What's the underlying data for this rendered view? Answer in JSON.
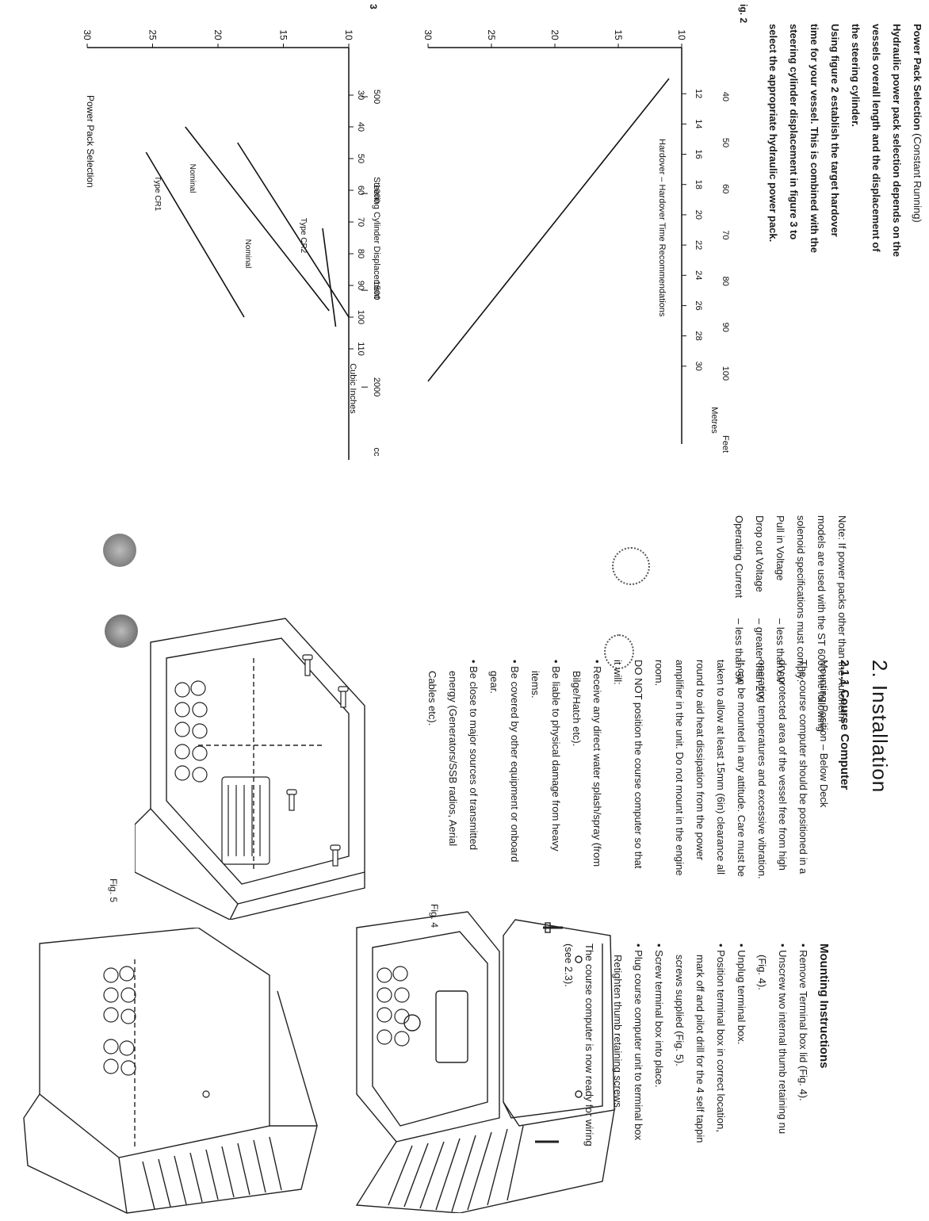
{
  "left": {
    "heading": "Power Pack Selection",
    "heading_note": "(Constant Running)",
    "paragraphs": [
      "Hydraulic power pack selection depends on the",
      "vessels overall length and the displacement of",
      "the steering cylinder.",
      "   Using figure 2 establish the target hardover",
      "time for your vessel. This is combined with the",
      "steering cylinder displacement in figure 3 to",
      "select the appropriate hydraulic power pack."
    ],
    "fig2_label": "ig. 2",
    "fig3_label": "3"
  },
  "note": {
    "lines": [
      "Note:  If power packs other than the Autohelm",
      "models are used with the ST 6000 the following",
      "solenoid specifications must comply:"
    ],
    "specs": [
      {
        "name": "Pull in Voltage",
        "value": "–  less than 8V"
      },
      {
        "name": "Drop out Voltage",
        "value": "–  greater than 2V"
      },
      {
        "name": "Operating Current",
        "value": "–  less than 5A"
      }
    ]
  },
  "install": {
    "title": "2.  Installation",
    "subtitle": "2.1.1 Course Computer",
    "position": "Mounting Position – Below Deck",
    "body": [
      "The course computer should be positioned in a",
      "dry protected area of the vessel free from high",
      "operating temperatures and excessive vibration.",
      "It can be mounted in any attitude. Care must be",
      "taken to allow at least 15mm (6in) clearance all",
      "round to aid heat dissipation from the power",
      "amplifier in the unit. Do not mount in the engine",
      "room.",
      "   DO NOT position the course computer so that",
      "it will:"
    ],
    "bullets": [
      [
        "Receive any direct water splash/spray (from",
        "Bilge/Hatch etc)."
      ],
      [
        "Be liable to physical damage from heavy",
        "items."
      ],
      [
        "Be covered by other equipment or onboard",
        "gear."
      ],
      [
        "Be close to major sources of transmitted",
        "energy (Generators/SSB radios, Aerial",
        "Cables etc)."
      ]
    ]
  },
  "mounting": {
    "title": "Mounting Instructions",
    "steps": [
      [
        "Remove Terminal box lid (Fig. 4)."
      ],
      [
        "Unscrew two internal thumb retaining nu",
        "(Fig. 4)."
      ],
      [
        "Unplug terminal box."
      ],
      [
        "Position terminal box in correct location,",
        "mark off and pilot drill for the 4 self tappin",
        "screws supplied (Fig. 5)."
      ],
      [
        "Screw terminal box into place."
      ],
      [
        "Plug course computer unit to terminal box",
        "Retighten thumb retaining screws."
      ]
    ],
    "footer": [
      "The course computer is now ready for wiring",
      "(see 2.3)."
    ]
  },
  "fig4_caption": "Fig. 4",
  "fig5_caption": "Fig. 5",
  "chart_data": [
    {
      "type": "line",
      "title": "Hardover – Hardover Time Recommendations",
      "y_ticks": [
        10,
        15,
        20,
        25,
        30
      ],
      "ylim": [
        10,
        30
      ],
      "x_metres_ticks": [
        12,
        14,
        16,
        18,
        20,
        22,
        24,
        26,
        28,
        30
      ],
      "x_feet_ticks": [
        40,
        50,
        60,
        70,
        80,
        90,
        100
      ],
      "x_units": [
        "Metres",
        "Feet"
      ],
      "series": [
        {
          "x": [
            11,
            31
          ],
          "y": [
            11,
            30
          ]
        }
      ]
    },
    {
      "type": "line",
      "title": "Power Pack Selection",
      "y_ticks": [
        10,
        15,
        20,
        25,
        30
      ],
      "ylim": [
        10,
        30
      ],
      "x_cubic_ticks": [
        30,
        40,
        50,
        60,
        70,
        80,
        90,
        100,
        110
      ],
      "x_cc_ticks": [
        500,
        1000,
        1500,
        2000
      ],
      "x_units": [
        "Cubic Inches",
        "cc"
      ],
      "xlabel": "Steering Cylinder Displacement",
      "line_labels": [
        "Type CR1",
        "Nominal",
        "Nominal",
        "Type CR2"
      ],
      "series": [
        {
          "name": "Type CR1",
          "x": [
            48,
            100
          ],
          "y": [
            25.5,
            18
          ]
        },
        {
          "name": "Nominal",
          "x": [
            40,
            98
          ],
          "y": [
            22.5,
            11.5
          ]
        },
        {
          "name": "Nominal",
          "x": [
            45,
            100
          ],
          "y": [
            18.5,
            10
          ]
        },
        {
          "name": "Type CR2",
          "x": [
            72,
            103
          ],
          "y": [
            12,
            11
          ]
        }
      ]
    }
  ]
}
